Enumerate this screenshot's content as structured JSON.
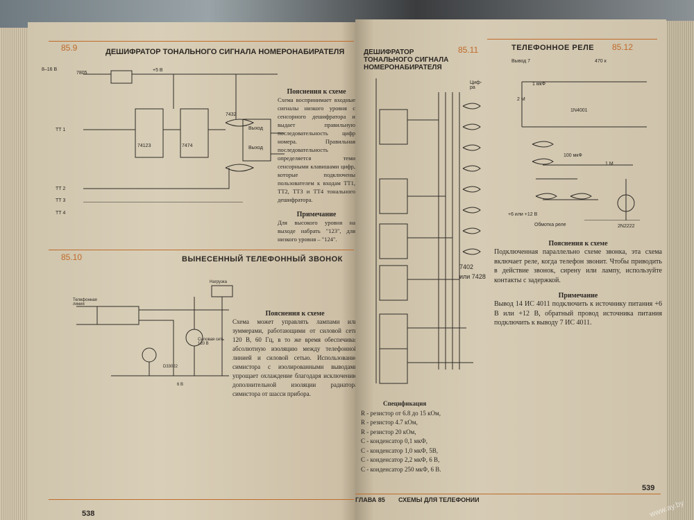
{
  "left_page": {
    "section_1": {
      "number": "85.9",
      "title": "ДЕШИФРАТОР ТОНАЛЬНОГО СИГНАЛА НОМЕРОНАБИРАТЕЛЯ",
      "explanation_heading": "Пояснения к схеме",
      "explanation": "Схема воспринимает входные сигналы низкого уровня с сенсорного дешифратора и выдает правильную последовательность цифр номера. Правильная последовательность определяется теми сенсорными клавишами цифр, которые подключены пользователем к входам ТТ1, ТТ2, ТТ3 и ТТ4 тонального дешифратора.",
      "note_heading": "Примечание",
      "note": "Для высокого уровня на выходе набрать \"123\", для низкого уровня – \"124\".",
      "labels": [
        "8–16 В",
        "7805",
        "+5 В",
        "ТТ 1",
        "ТТ 2",
        "ТТ 3",
        "ТТ 4",
        "74123",
        "7474",
        "7432",
        "Выход",
        "Выход"
      ]
    },
    "section_2": {
      "number": "85.10",
      "title": "ВЫНЕСЕННЫЙ ТЕЛЕФОННЫЙ ЗВОНОК",
      "explanation_heading": "Пояснения к схеме",
      "explanation": "Схема может управлять лампами или зуммерами, работающими от силовой сети 120 В, 60 Гц, в то же время обеспечивая абсолютную изоляцию между телефонной линией и силовой сетью. Использование симистора с изолированными выводами упрощает охлаждение благодаря исключению дополнительной изоляции радиатора симистора от шасси прибора.",
      "labels": [
        "Телефонная линия",
        "Нагрузка",
        "Силовая сеть 120 В",
        "D33022",
        "6 В"
      ]
    },
    "page_number": "538"
  },
  "right_page": {
    "section_1": {
      "number": "85.11",
      "title": "ДЕШИФРАТОР ТОНАЛЬНОГО СИГНАЛА НОМЕРОНАБИРАТЕЛЯ",
      "labels": [
        "Циф-ра",
        "7402",
        "или 7428"
      ],
      "spec_heading": "Спецификация",
      "spec": [
        "R - резистор от 6.8 до 15 кОм,",
        "R - резистор 4.7 кОм,",
        "R - резистор 20 кОм,",
        "C - конденсатор 0,1 мкФ,",
        "C - конденсатор 1,0 мкФ, 5В,",
        "C - конденсатор 2,2 мкФ, 6 В,",
        "C - конденсатор 250 мкФ, 6 В."
      ]
    },
    "section_2": {
      "number": "85.12",
      "title": "ТЕЛЕФОННОЕ РЕЛЕ",
      "labels": [
        "Вывод 7",
        "470 к",
        "1 мкФ",
        "1N4001",
        "2 М",
        "100 мкФ",
        "1 М",
        "+6 или +12 В",
        "Обмотка реле",
        "2N2222"
      ],
      "explanation_heading": "Пояснения к схеме",
      "explanation": "Подключенная параллельно схеме звонка, эта схема включает реле, когда телефон звонит. Чтобы приводить в действие звонок, сирену или лампу, используйте контакты с задержкой.",
      "note_heading": "Примечание",
      "note": "Вывод 14 ИС 4011 подключить к источнику питания +6 В или +12 В, обратный провод источника питания подключить к выводу 7 ИС 4011."
    },
    "footer_chapter": "ГЛАВА 85",
    "footer_title": "СХЕМЫ ДЛЯ ТЕЛЕФОНИИ",
    "page_number": "539"
  },
  "watermark": "www.ay.by"
}
